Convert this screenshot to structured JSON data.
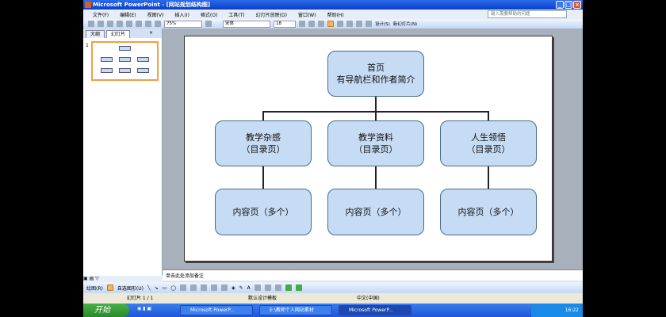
{
  "window": {
    "title": "Microsoft PowerPoint - [网站规划结构图]"
  },
  "menu": [
    "文件(F)",
    "编辑(E)",
    "视图(V)",
    "插入(I)",
    "格式(O)",
    "工具(T)",
    "幻灯片放映(D)",
    "窗口(W)",
    "帮助(H)"
  ],
  "help_placeholder": "键入需要帮助的问题",
  "toolbar": {
    "zoom": "75%",
    "font": "宋体",
    "size": "18",
    "design": "设计(S)",
    "new_slide": "新幻灯片(N)"
  },
  "pane": {
    "tabs": [
      "大纲",
      "幻灯片"
    ],
    "slide_number": "1"
  },
  "slide": {
    "root": {
      "title": "首页",
      "subtitle": "有导航栏和作者简介"
    },
    "categories": [
      {
        "title": "教学杂感",
        "subtitle": "（目录页）",
        "child": "内容页（多个）"
      },
      {
        "title": "教学资料",
        "subtitle": "（目录页）",
        "child": "内容页（多个）"
      },
      {
        "title": "人生领悟",
        "subtitle": "（目录页）",
        "child": "内容页（多个）"
      }
    ]
  },
  "notes_placeholder": "单击此处添加备注",
  "drawbar": {
    "draw": "绘图(R)",
    "autoshapes": "自选图形(U)"
  },
  "status": {
    "slide": "幻灯片 1 / 1",
    "template": "默认设计模板",
    "language": "中文(中国)"
  },
  "taskbar": {
    "start": "开始",
    "tasks": [
      "Microsoft PowerP...",
      "E:\\教师个人网站素材",
      "Microsoft PowerP..."
    ],
    "clock": "16:22"
  }
}
